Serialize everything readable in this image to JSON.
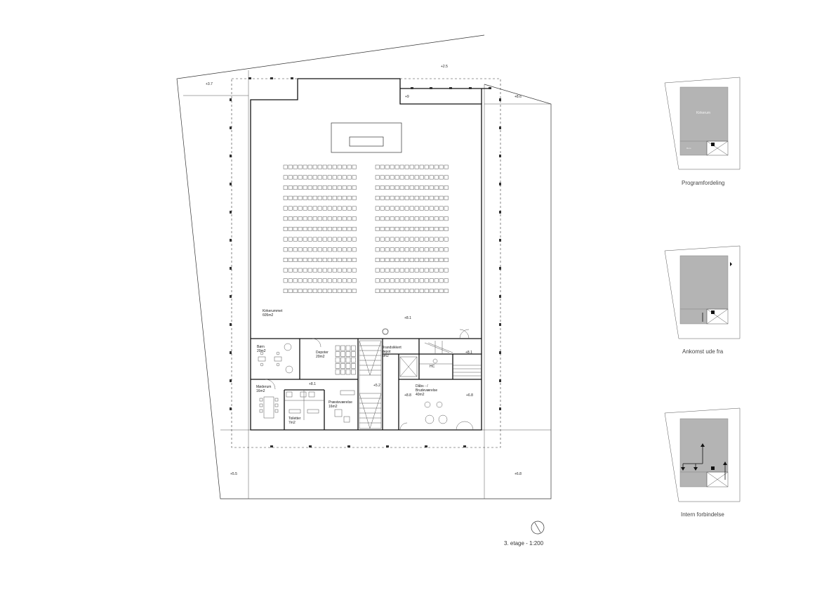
{
  "plan": {
    "levels": {
      "l37": "+3.7",
      "l25": "+2.5",
      "l9": "+9",
      "l86": "+8.6",
      "l81a": "+8.1",
      "l81b": "+8.1",
      "l81c": "+8.1",
      "l52": "+5.2",
      "l88": "+8.8",
      "l68": "+6.8",
      "l55": "+5.5",
      "l68b": "+6.8"
    },
    "rooms": {
      "kirkerum_name": "Kirkerummet",
      "kirkerum_area": "605m2",
      "born_name": "Børn",
      "born_area": "20m2",
      "depot_name": "Depoter",
      "depot_area": "20m2",
      "brandsikkert_name": "Brandsikkert",
      "brandsikkert_sub": "depot",
      "brandsikkert_area": "5m2",
      "hc": "HC",
      "modelrum_name": "Møderum",
      "modelrum_area": "16m2",
      "praest_name": "Præsteværelse",
      "praest_area": "16m2",
      "toiletter_name": "Toiletter",
      "toiletter_area": "7m2",
      "daabs_name1": "Dåbs - /",
      "daabs_name2": "Brudeværelse",
      "daabs_area": "40m2"
    },
    "scale_label": "3. etage - 1:200"
  },
  "diagrams": {
    "d1_caption": "Programfordeling",
    "d1_room": "Kirkerum",
    "d1_small": "Rum",
    "d2_caption": "Ankomst ude fra",
    "d3_caption": "Intern forbindelse"
  }
}
